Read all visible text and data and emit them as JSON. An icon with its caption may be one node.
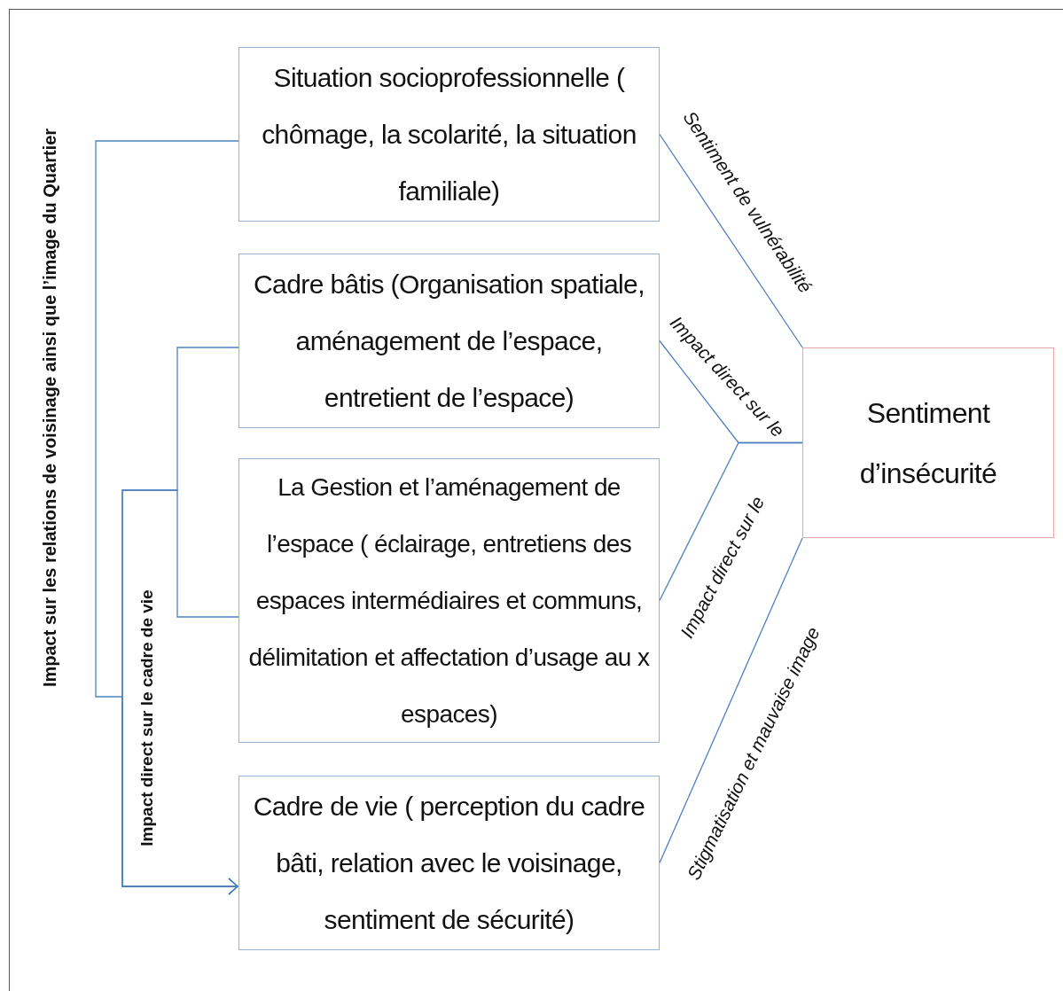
{
  "diagram": {
    "nodes": [
      {
        "text": [
          "Situation socioprofessionnelle ( chômage, la scolarité, la situation familiale)"
        ]
      },
      {
        "text": [
          "Cadre bâtis (Organisation spatiale, aménagement de l’espace, entretient de l’espace)"
        ]
      },
      {
        "text": [
          "La Gestion et l’aménagement de l’espace ( éclairage, entretiens des espaces intermédiaires et communs, délimitation et affectation d’usage au x espaces)"
        ]
      },
      {
        "text": [
          "Cadre de vie ( perception du cadre bâti, relation avec le voisinage, sentiment de sécurité)"
        ]
      },
      {
        "text": [
          "Sentiment d’insécurité"
        ]
      }
    ],
    "edges": [
      {
        "from": 0,
        "to": 4,
        "arrow": "none",
        "label": "Sentiment de vulnérabilité"
      },
      {
        "from": 1,
        "to": 4,
        "arrow": "none",
        "label": "Impact direct sur le"
      },
      {
        "from": 2,
        "to": 4,
        "arrow": "none",
        "label": "Impact direct sur le"
      },
      {
        "from": 3,
        "to": 4,
        "arrow": "none",
        "label": "Stigmatisation et mauvaise image"
      },
      {
        "from": 0,
        "to": 3,
        "arrow": "to",
        "label": "Impact sur les relations de voisinage ainsi que l’image du Quartier"
      },
      {
        "from": 1,
        "to": 3,
        "arrow": "to",
        "label": "Impact direct sur le cadre de vie"
      },
      {
        "from": 2,
        "to": 3,
        "arrow": "to"
      }
    ]
  }
}
